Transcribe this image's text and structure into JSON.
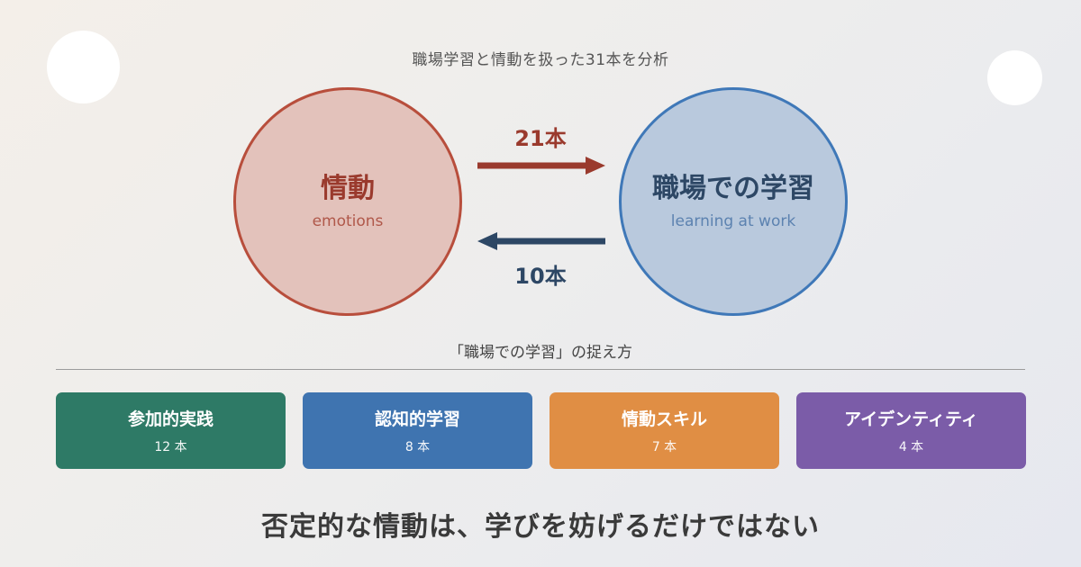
{
  "subtitle": "職場学習と情動を扱った31本を分析",
  "left_circle": {
    "title": "情動",
    "subtitle": "emotions"
  },
  "right_circle": {
    "title": "職場での学習",
    "subtitle": "learning at work"
  },
  "flows": {
    "left_to_right_count": "21本",
    "right_to_left_count": "10本"
  },
  "section_label": "「職場での学習」の捉え方",
  "cards": [
    {
      "title": "参加的実践",
      "count": "12 本"
    },
    {
      "title": "認知的学習",
      "count": "8 本"
    },
    {
      "title": "情動スキル",
      "count": "7 本"
    },
    {
      "title": "アイデンティティ",
      "count": "4 本"
    }
  ],
  "conclusion": "否定的な情動は、学びを妨げるだけではない",
  "colors": {
    "emotions_accent": "#b84e3c",
    "emotions_fill": "#e3c2bb",
    "work_accent": "#3f78b8",
    "work_fill": "#b9c9dd",
    "card_participatory": "#2e7a66",
    "card_cognitive": "#3f74b0",
    "card_emotional_skill": "#e08e44",
    "card_identity": "#7b5ca8"
  }
}
